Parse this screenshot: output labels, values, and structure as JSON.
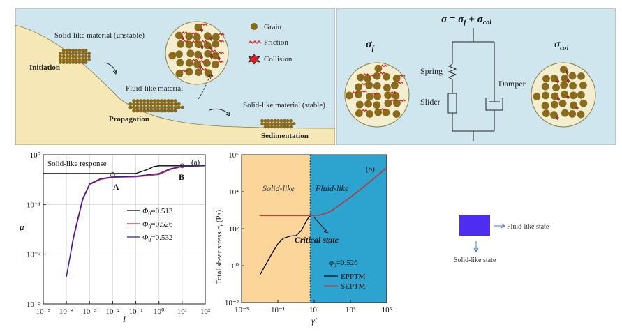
{
  "top_left": {
    "labels": {
      "solid_unstable": "Solid-like material (unstable)",
      "initiation": "Initiation",
      "fluid_like": "Fluid-like material",
      "propagation": "Propagation",
      "solid_stable": "Solid-like material (stable)",
      "sedimentation": "Sedimentation"
    },
    "legend": {
      "grain": "Grain",
      "friction": "Friction",
      "collision": "Collision"
    },
    "colors": {
      "sky": "#cfe6ef",
      "slope": "#f6e7b6",
      "grain": "#8a6a1c"
    }
  },
  "top_right": {
    "equation": "σ = σ_f + σ_col",
    "eq_sigma": "σ",
    "eq_eq": "=",
    "eq_sf": "σ",
    "eq_f": "f",
    "eq_plus": "+",
    "eq_sc": "σ",
    "eq_col": "col",
    "sigma_f": "σ",
    "sigma_f_sub": "f",
    "sigma_col": "σ",
    "sigma_col_sub": "col",
    "spring": "Spring",
    "slider": "Slider",
    "damper": "Damper"
  },
  "chart_data": [
    {
      "type": "line",
      "panel_label": "(a)",
      "xlabel": "I",
      "ylabel": "μ",
      "xscale": "log",
      "yscale": "log",
      "xlim": [
        1e-05,
        100
      ],
      "ylim": [
        0.001,
        1
      ],
      "x_ticks": [
        "10⁻⁵",
        "10⁻⁴",
        "10⁻³",
        "10⁻²",
        "10⁻¹",
        "10⁰",
        "10¹",
        "10²"
      ],
      "y_ticks": [
        "10⁻³",
        "10⁻²",
        "10⁻¹",
        "10⁰"
      ],
      "annotations": {
        "response": "Solid-like response",
        "A": "A",
        "B": "B"
      },
      "legend_placement": "center-right",
      "series": [
        {
          "name": "Φ0=0.513",
          "sym": "Φ",
          "sub": "0",
          "val": "=0.513",
          "color": "#000000",
          "points": [
            [
              1e-05,
              0.42
            ],
            [
              0.01,
              0.42
            ],
            [
              0.1,
              0.42
            ],
            [
              0.3,
              0.5
            ],
            [
              0.6,
              0.58
            ],
            [
              1,
              0.6
            ],
            [
              10,
              0.6
            ],
            [
              100,
              0.6
            ]
          ]
        },
        {
          "name": "Φ0=0.526",
          "sym": "Φ",
          "sub": "0",
          "val": "=0.526",
          "color": "#e02020",
          "points": [
            [
              0.0001,
              0.0035
            ],
            [
              0.0002,
              0.02
            ],
            [
              0.0005,
              0.12
            ],
            [
              0.001,
              0.25
            ],
            [
              0.003,
              0.32
            ],
            [
              0.01,
              0.35
            ],
            [
              0.1,
              0.36
            ],
            [
              1,
              0.4
            ],
            [
              3,
              0.5
            ],
            [
              10,
              0.58
            ],
            [
              100,
              0.6
            ]
          ]
        },
        {
          "name": "Φ0=0.532",
          "sym": "Φ",
          "sub": "0",
          "val": "=0.532",
          "color": "#2020c8",
          "points": [
            [
              0.0001,
              0.0035
            ],
            [
              0.0002,
              0.022
            ],
            [
              0.0005,
              0.13
            ],
            [
              0.001,
              0.26
            ],
            [
              0.003,
              0.33
            ],
            [
              0.01,
              0.36
            ],
            [
              0.1,
              0.37
            ],
            [
              1,
              0.42
            ],
            [
              3,
              0.52
            ],
            [
              10,
              0.59
            ],
            [
              100,
              0.6
            ]
          ]
        }
      ]
    },
    {
      "type": "line",
      "panel_label": "(b)",
      "xlabel": "γ̇",
      "ylabel": "Total shear stress σt (Pa)",
      "ylabel_main": "Total shear stress ",
      "ylabel_sym": "σ",
      "ylabel_sub": "t",
      "ylabel_unit": " (Pa)",
      "xscale": "log",
      "yscale": "log",
      "xlim": [
        0.001,
        100000
      ],
      "ylim": [
        0.01,
        1000000
      ],
      "x_ticks": [
        "10⁻³",
        "10⁻¹",
        "10¹",
        "10³",
        "10⁵"
      ],
      "y_ticks": [
        "10⁻²",
        "10⁰",
        "10²",
        "10⁴",
        "10⁶"
      ],
      "regions": {
        "solid": "Solid-like",
        "fluid": "Fluid-like",
        "boundary_x": 6
      },
      "region_colors": {
        "solid": "#fcd59b",
        "fluid": "#2da3d0"
      },
      "annotations": {
        "critical": "Critical state",
        "phi0": "ϕ0=0.526",
        "phi_sym": "ϕ",
        "phi_sub": "0",
        "phi_val": "=0.526"
      },
      "legend_placement": "bottom-right",
      "series": [
        {
          "name": "EPPTM",
          "color": "#000000",
          "points": [
            [
              0.01,
              0.3
            ],
            [
              0.02,
              1
            ],
            [
              0.05,
              5
            ],
            [
              0.1,
              15
            ],
            [
              0.2,
              30
            ],
            [
              0.5,
              40
            ],
            [
              1,
              42
            ],
            [
              2,
              80
            ],
            [
              4,
              300
            ],
            [
              6,
              500
            ],
            [
              10,
              520
            ],
            [
              20,
              540
            ],
            [
              50,
              700
            ],
            [
              100,
              1000
            ],
            [
              1000,
              5000
            ],
            [
              10000,
              30000
            ],
            [
              100000,
              200000
            ]
          ]
        },
        {
          "name": "SEPTM",
          "color": "#e03030",
          "points": [
            [
              0.01,
              500
            ],
            [
              1,
              500
            ],
            [
              6,
              500
            ],
            [
              10,
              520
            ],
            [
              20,
              540
            ],
            [
              50,
              700
            ],
            [
              100,
              1000
            ],
            [
              1000,
              5000
            ],
            [
              10000,
              30000
            ],
            [
              100000,
              200000
            ]
          ]
        }
      ]
    }
  ],
  "state_diagram": {
    "fluid": "Fluid-like state",
    "solid": "Solid-like state",
    "box_color": "#4f2cf2",
    "arrow_color": "#3a78c8"
  }
}
